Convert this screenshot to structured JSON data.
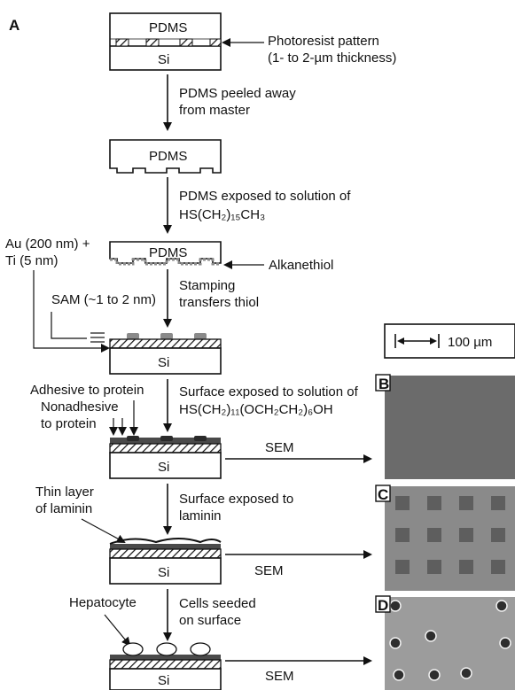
{
  "panel_letters": {
    "a": "A",
    "b": "B",
    "c": "C",
    "d": "D"
  },
  "materials": {
    "pdms": "PDMS",
    "si": "Si"
  },
  "labels": {
    "photoresist_1": "Photoresist pattern",
    "photoresist_2": "(1- to 2-µm thickness)",
    "peeled_1": "PDMS peeled away",
    "peeled_2": "from master",
    "exposed_1": "PDMS exposed to solution of",
    "exposed_formula": "HS(CH₂)₁₅CH₃",
    "au_1": "Au (200 nm) +",
    "au_2": "Ti (5 nm)",
    "alkanethiol": "Alkanethiol",
    "sam": "SAM (~1 to 2 nm)",
    "stamping_1": "Stamping",
    "stamping_2": "transfers thiol",
    "adhesive": "Adhesive to protein",
    "nonadhesive_1": "Nonadhesive",
    "nonadhesive_2": "to protein",
    "surface_exposed_1": "Surface exposed to solution of",
    "surface_formula": "HS(CH₂)₁₁(OCH₂CH₂)₆OH",
    "thin_layer_1": "Thin layer",
    "thin_layer_2": "of laminin",
    "laminin_1": "Surface exposed to",
    "laminin_2": "laminin",
    "hepatocyte": "Hepatocyte",
    "cells_1": "Cells seeded",
    "cells_2": "on surface",
    "sem": "SEM"
  },
  "scale_bar": {
    "label": "100 µm"
  },
  "colors": {
    "panel_b": "#6b6b6b",
    "panel_c": "#8a8a8a",
    "panel_c_squares": "#5e5e5e",
    "panel_d": "#9c9c9c",
    "panel_d_cells": "#2e2e2e"
  }
}
